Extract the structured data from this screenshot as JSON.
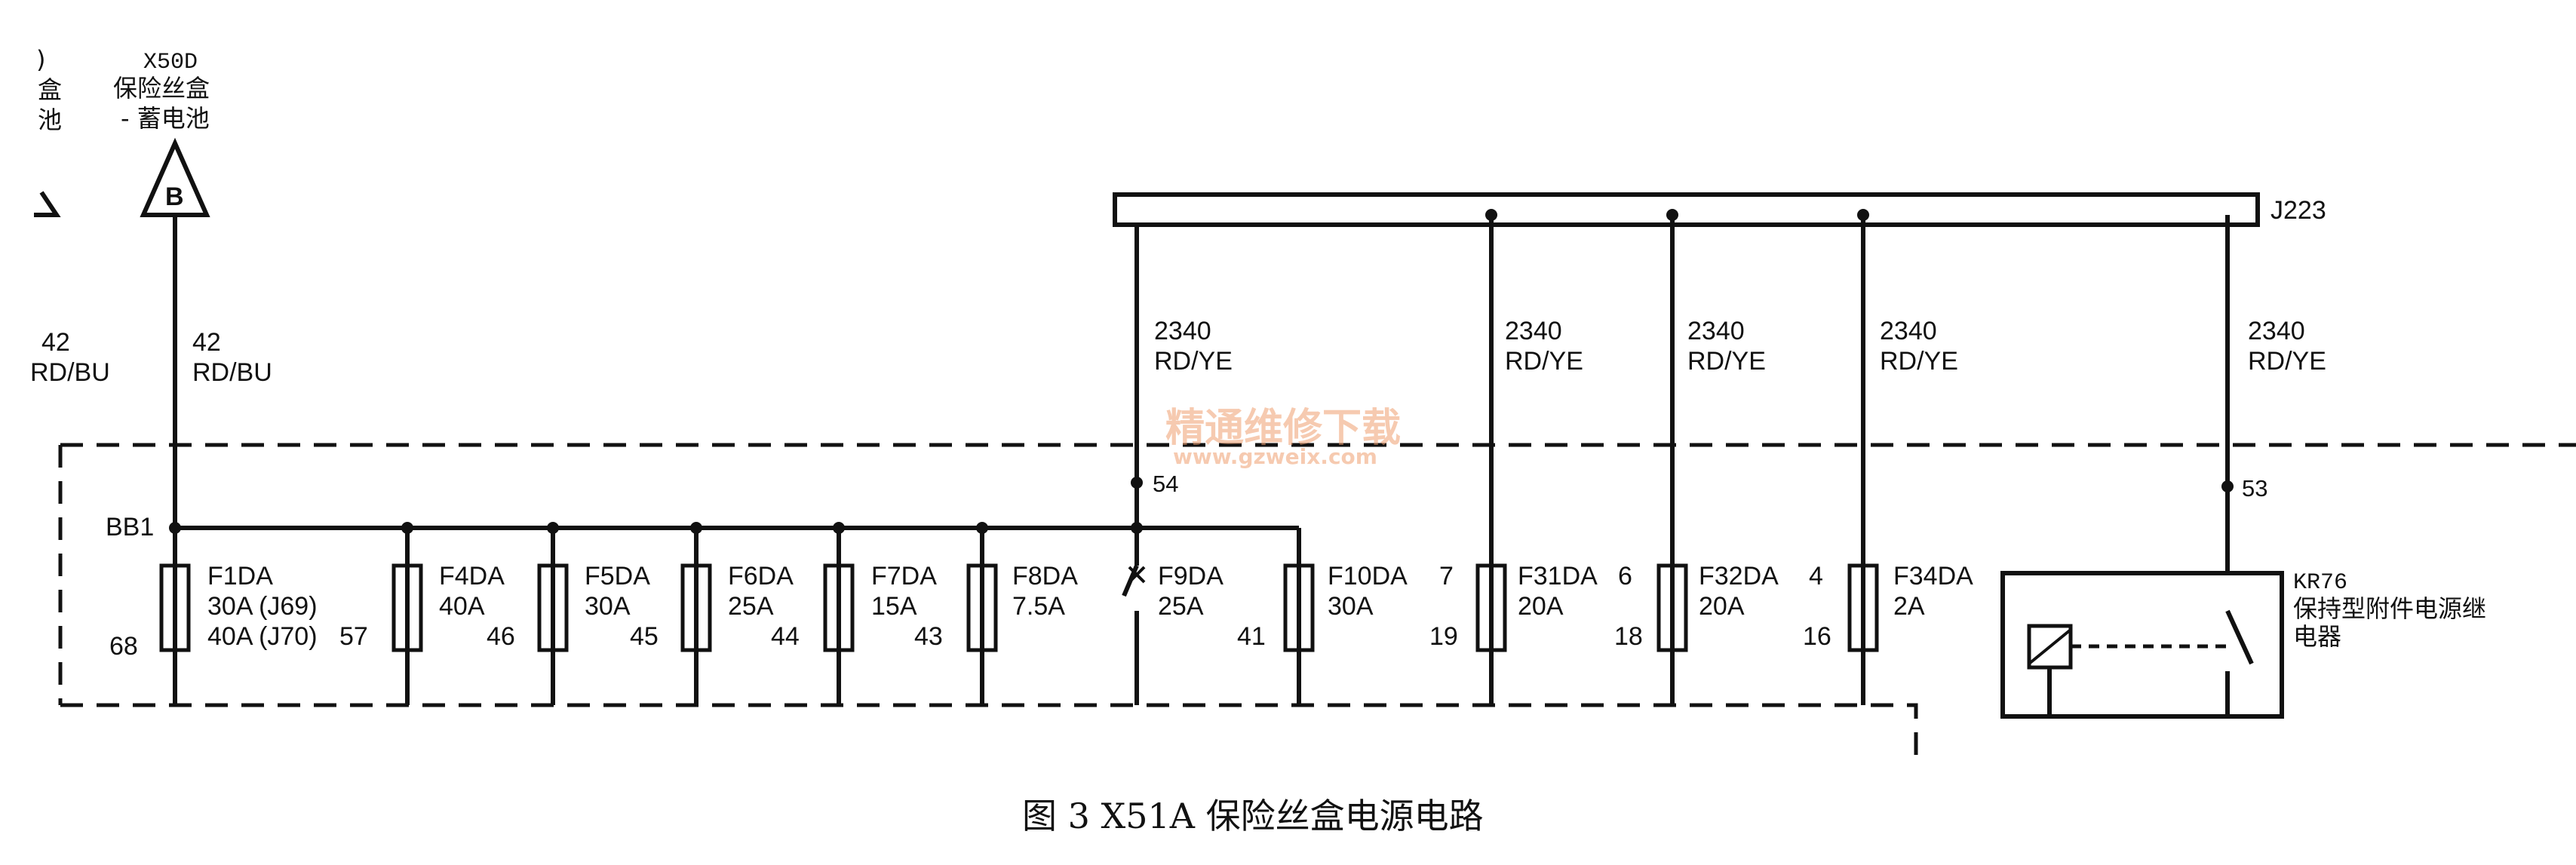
{
  "connector_top": {
    "name": "X50D",
    "desc_line1": "保险丝盒",
    "desc_line2": "- 蓄电池",
    "partial_left_1": ")",
    "partial_left_2": "盒",
    "partial_left_3": "池"
  },
  "ref_marker": "B",
  "left_wires": [
    {
      "num": "42",
      "color": "RD/BU"
    },
    {
      "num": "42",
      "color": "RD/BU"
    }
  ],
  "bus_label": "BB1",
  "j223_label": "J223",
  "j223_wires": [
    {
      "num": "2340",
      "color": "RD/YE"
    },
    {
      "num": "2340",
      "color": "RD/YE"
    },
    {
      "num": "2340",
      "color": "RD/YE"
    },
    {
      "num": "2340",
      "color": "RD/YE"
    },
    {
      "num": "2340",
      "color": "RD/YE"
    }
  ],
  "pins": {
    "p54": "54",
    "p53": "53"
  },
  "fuses": [
    {
      "name": "F1DA",
      "rating1": "30A (J69)",
      "rating2": "40A (J70)",
      "pin_left": "68",
      "pin_right": "57"
    },
    {
      "name": "F4DA",
      "rating1": "40A",
      "pin": "46"
    },
    {
      "name": "F5DA",
      "rating1": "30A",
      "pin": "45"
    },
    {
      "name": "F6DA",
      "rating1": "25A",
      "pin": "44"
    },
    {
      "name": "F7DA",
      "rating1": "15A",
      "pin": "43"
    },
    {
      "name": "F8DA",
      "rating1": "7.5A",
      "pin": ""
    },
    {
      "name": "F9DA",
      "rating1": "25A",
      "pin": ""
    },
    {
      "name": "F10DA",
      "rating1": "30A",
      "pin_left": "41",
      "pin_top_right": "7"
    },
    {
      "name": "F31DA",
      "rating1": "20A",
      "pin_left": "19",
      "pin_top_right": "6"
    },
    {
      "name": "F32DA",
      "rating1": "20A",
      "pin_left": "18",
      "pin_top_right": "4"
    },
    {
      "name": "F34DA",
      "rating1": "2A",
      "pin_left": "16"
    }
  ],
  "relay": {
    "name": "KR76",
    "desc_line1": "保持型附件电源继",
    "desc_line2": "电器"
  },
  "watermark": {
    "text": "精通维修下载",
    "url": "www.gzweix.com"
  },
  "caption": "图 3    X51A 保险丝盒电源电路"
}
